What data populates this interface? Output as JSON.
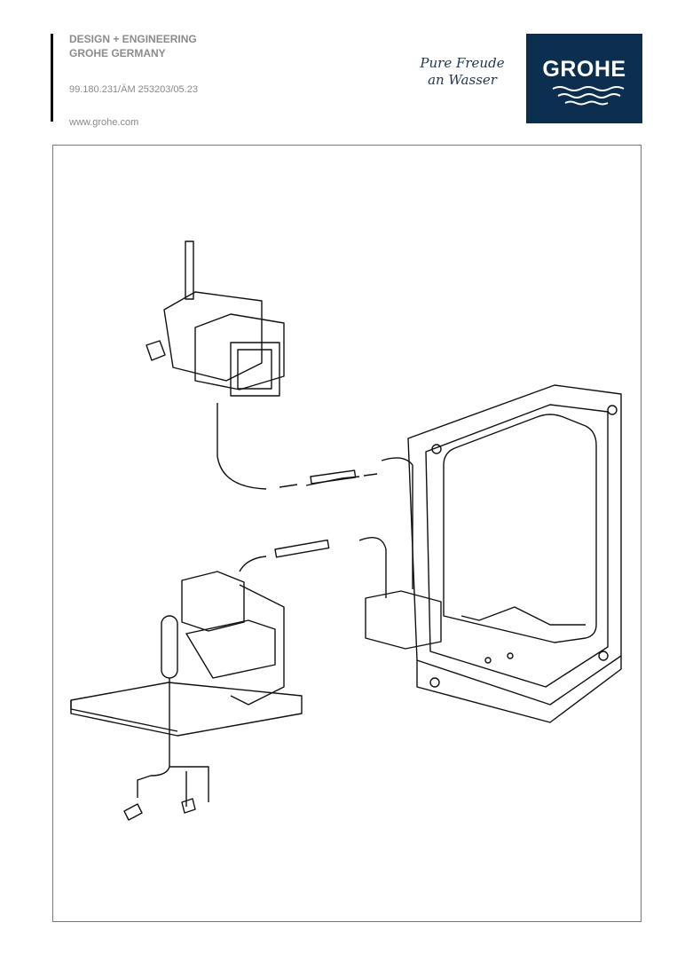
{
  "header": {
    "line1": "DESIGN + ENGINEERING",
    "line2": "GROHE GERMANY",
    "doc_number": "99.180.231/ÄM 253203/05.23",
    "website": "www.grohe.com"
  },
  "slogan": {
    "line1": "Pure Freude",
    "line2": "an Wasser"
  },
  "logo": {
    "text": "GROHE",
    "color": "#0d2f4f"
  }
}
